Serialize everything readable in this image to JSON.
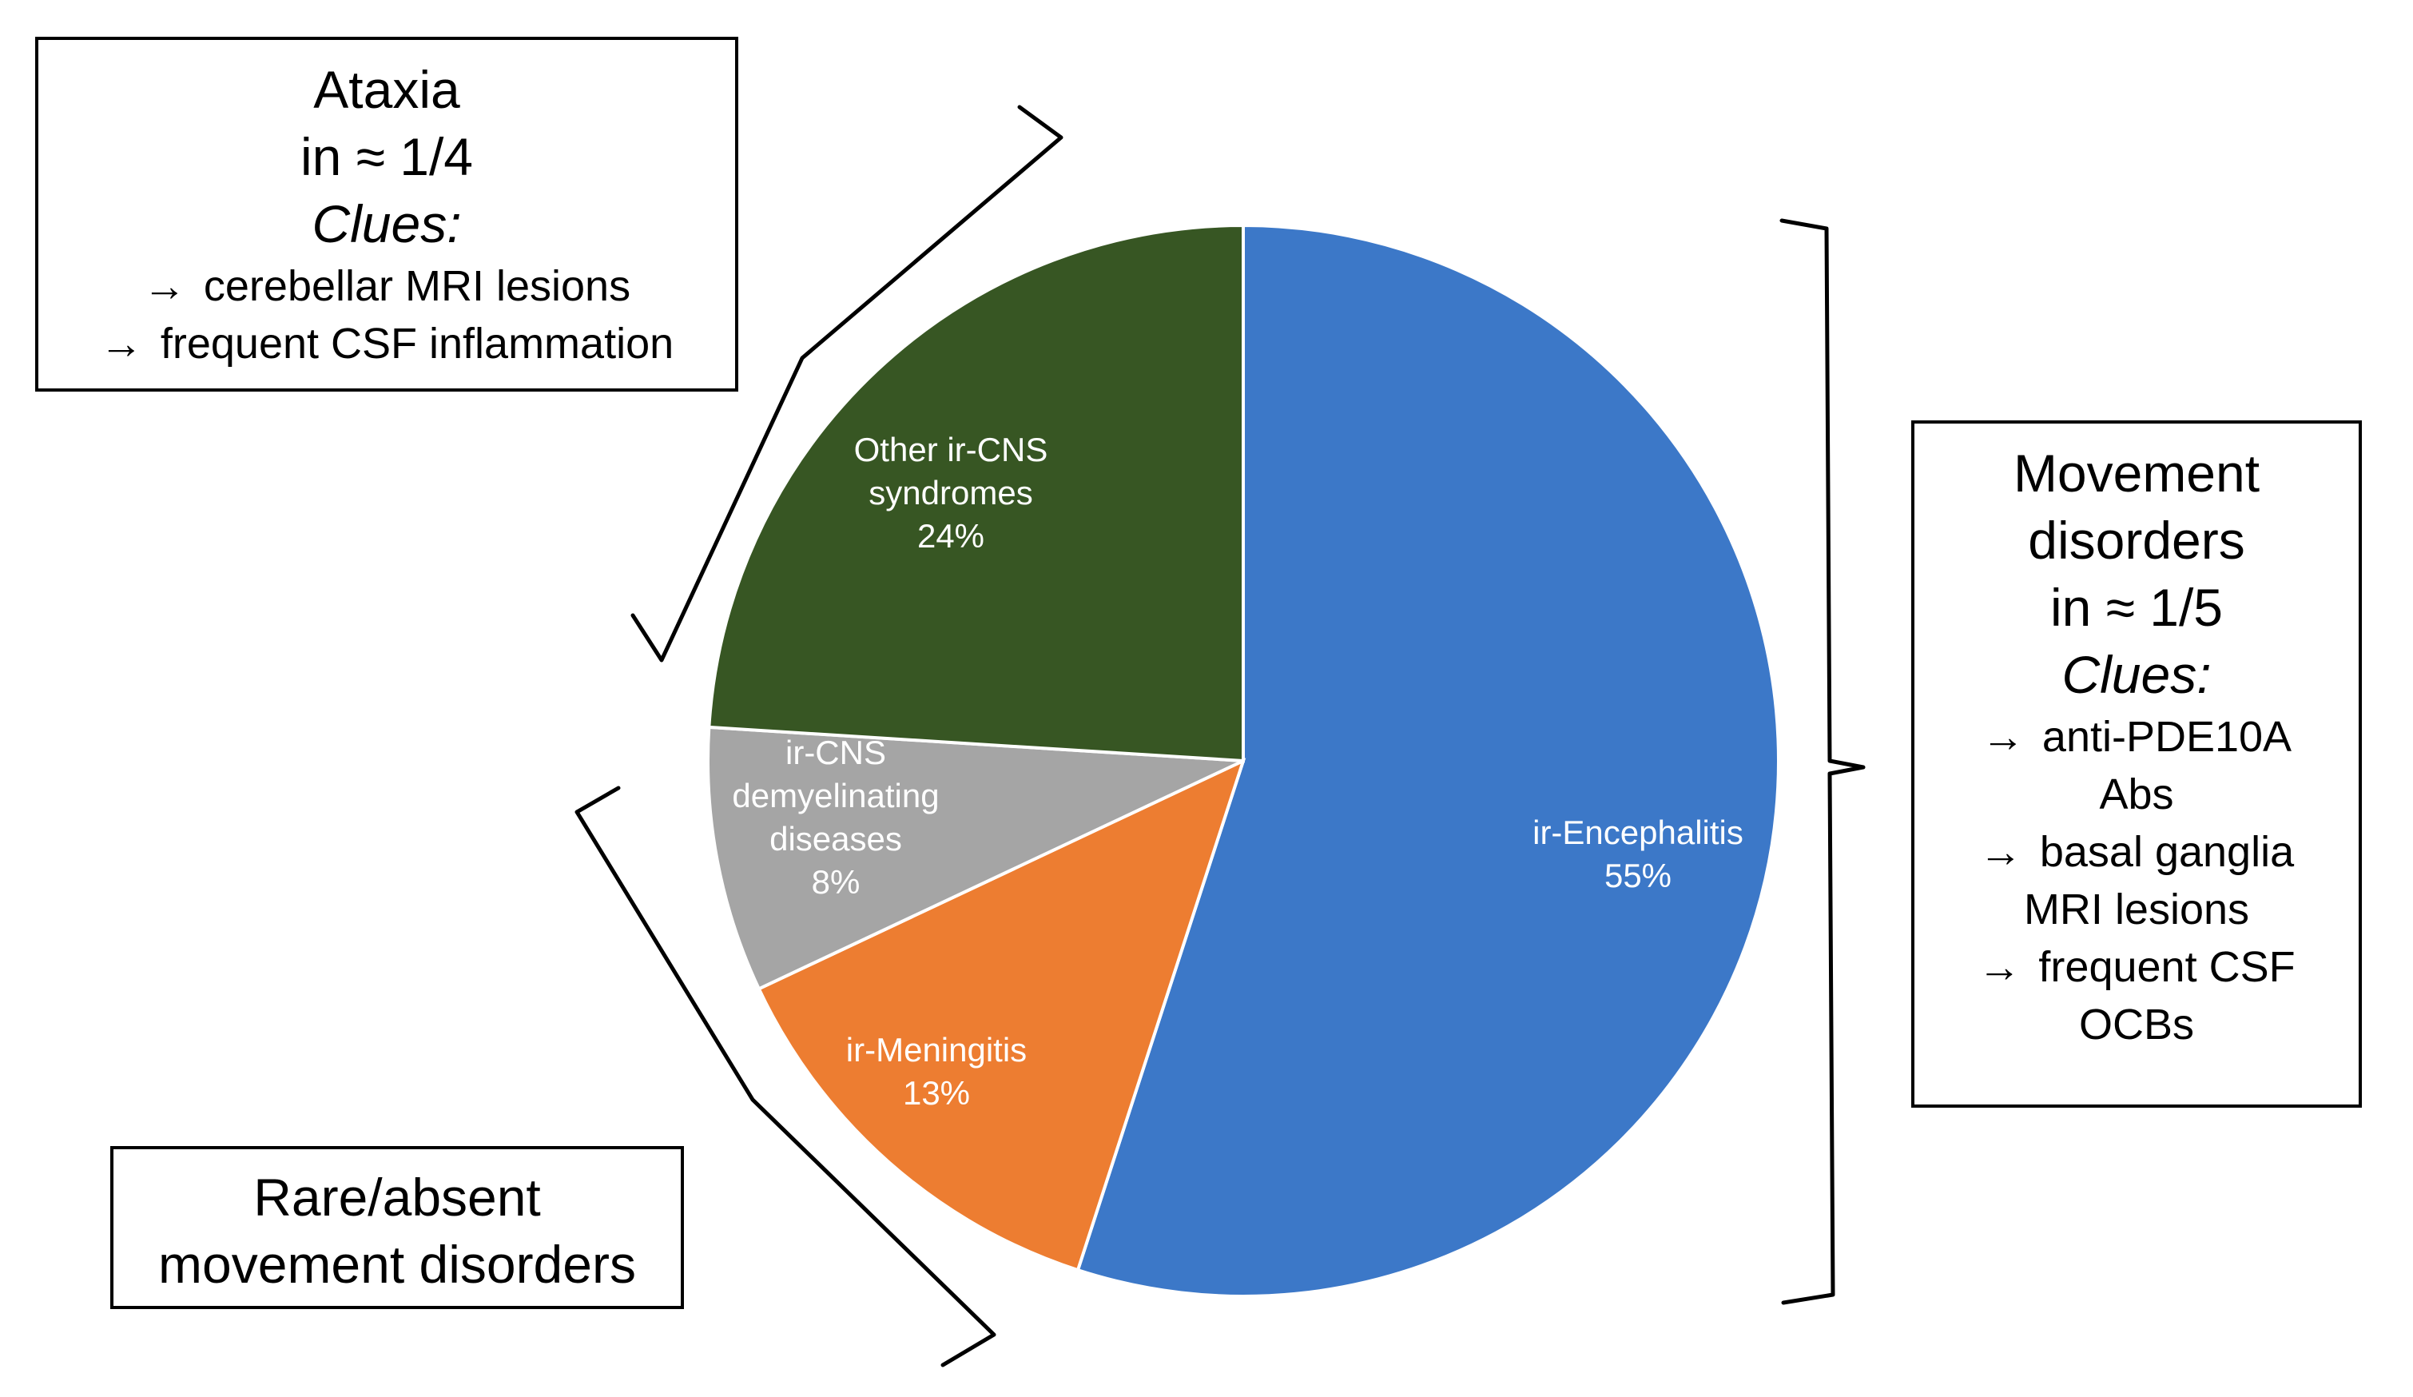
{
  "chart_data": {
    "type": "pie",
    "slices": [
      {
        "label_lines": [
          "ir-Encephalitis",
          "55%"
        ],
        "value": 55,
        "color": "#3C78C8"
      },
      {
        "label_lines": [
          "ir-Meningitis",
          "13%"
        ],
        "value": 13,
        "color": "#ED7D31"
      },
      {
        "label_lines": [
          "ir-CNS",
          "demyelinating",
          "diseases",
          "8%"
        ],
        "value": 8,
        "color": "#A5A5A5"
      },
      {
        "label_lines": [
          "Other ir-CNS",
          "syndromes",
          "24%"
        ],
        "value": 24,
        "color": "#375623"
      }
    ],
    "label_color": "#FFFFFF",
    "start_angle_deg": 0,
    "direction": "clockwise"
  },
  "annotations": {
    "ataxia": {
      "title_lines": [
        "Ataxia",
        "in ≈ 1/4"
      ],
      "clues_heading": "Clues:",
      "clues": [
        "cerebellar MRI lesions",
        "frequent CSF inflammation"
      ]
    },
    "movement": {
      "title_lines": [
        "Movement",
        "disorders",
        "in ≈ 1/5"
      ],
      "clues_heading": "Clues:",
      "clues": [
        [
          "anti-PDE10A",
          "Abs"
        ],
        [
          "basal ganglia",
          "MRI lesions"
        ],
        [
          "frequent CSF",
          "OCBs"
        ]
      ]
    },
    "rare": {
      "title_lines": [
        "Rare/absent",
        "movement disorders"
      ]
    },
    "arrow_glyph": "→"
  }
}
